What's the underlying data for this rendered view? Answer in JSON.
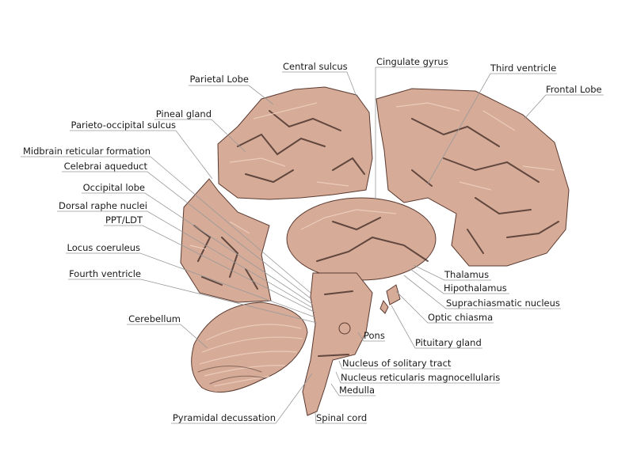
{
  "colors": {
    "tissue": "#d6ab98",
    "shadow": "#3a2520",
    "background": "#ffffff"
  },
  "labels": {
    "parietal_lobe": "Parietal Lobe",
    "central_sulcus": "Central sulcus",
    "cingulate_gyrus": "Cingulate gyrus",
    "third_ventricle": "Third ventricle",
    "frontal_lobe": "Frontal Lobe",
    "pineal_gland": "Pineal gland",
    "parieto_occipital_sulcus": "Parieto-occipital sulcus",
    "midbrain_reticular_formation": "Midbrain reticular formation",
    "celebrai_aqueduct": "Celebrai aqueduct",
    "occipital_lobe": "Occipital lobe",
    "dorsal_raphe_nuclei": "Dorsal raphe nuclei",
    "ppt_ldt": "PPT/LDT",
    "locus_coeruleus": "Locus coeruleus",
    "fourth_ventricle": "Fourth ventricle",
    "cerebellum": "Cerebellum",
    "pyramidal_decussation": "Pyramidal decussation",
    "thalamus": "Thalamus",
    "hipothalamus": "Hipothalamus",
    "suprachiasmatic_nucleus": "Suprachiasmatic nucleus",
    "optic_chiasma": "Optic chiasma",
    "pituitary_gland": "Pituitary gland",
    "pons": "Pons",
    "nucleus_of_solitary_tract": "Nucleus of solitary tract",
    "nucleus_reticularis_magnocellularis": "Nucleus reticularis magnocellularis",
    "medulla": "Medulla",
    "spinal_cord": "Spinal cord"
  }
}
